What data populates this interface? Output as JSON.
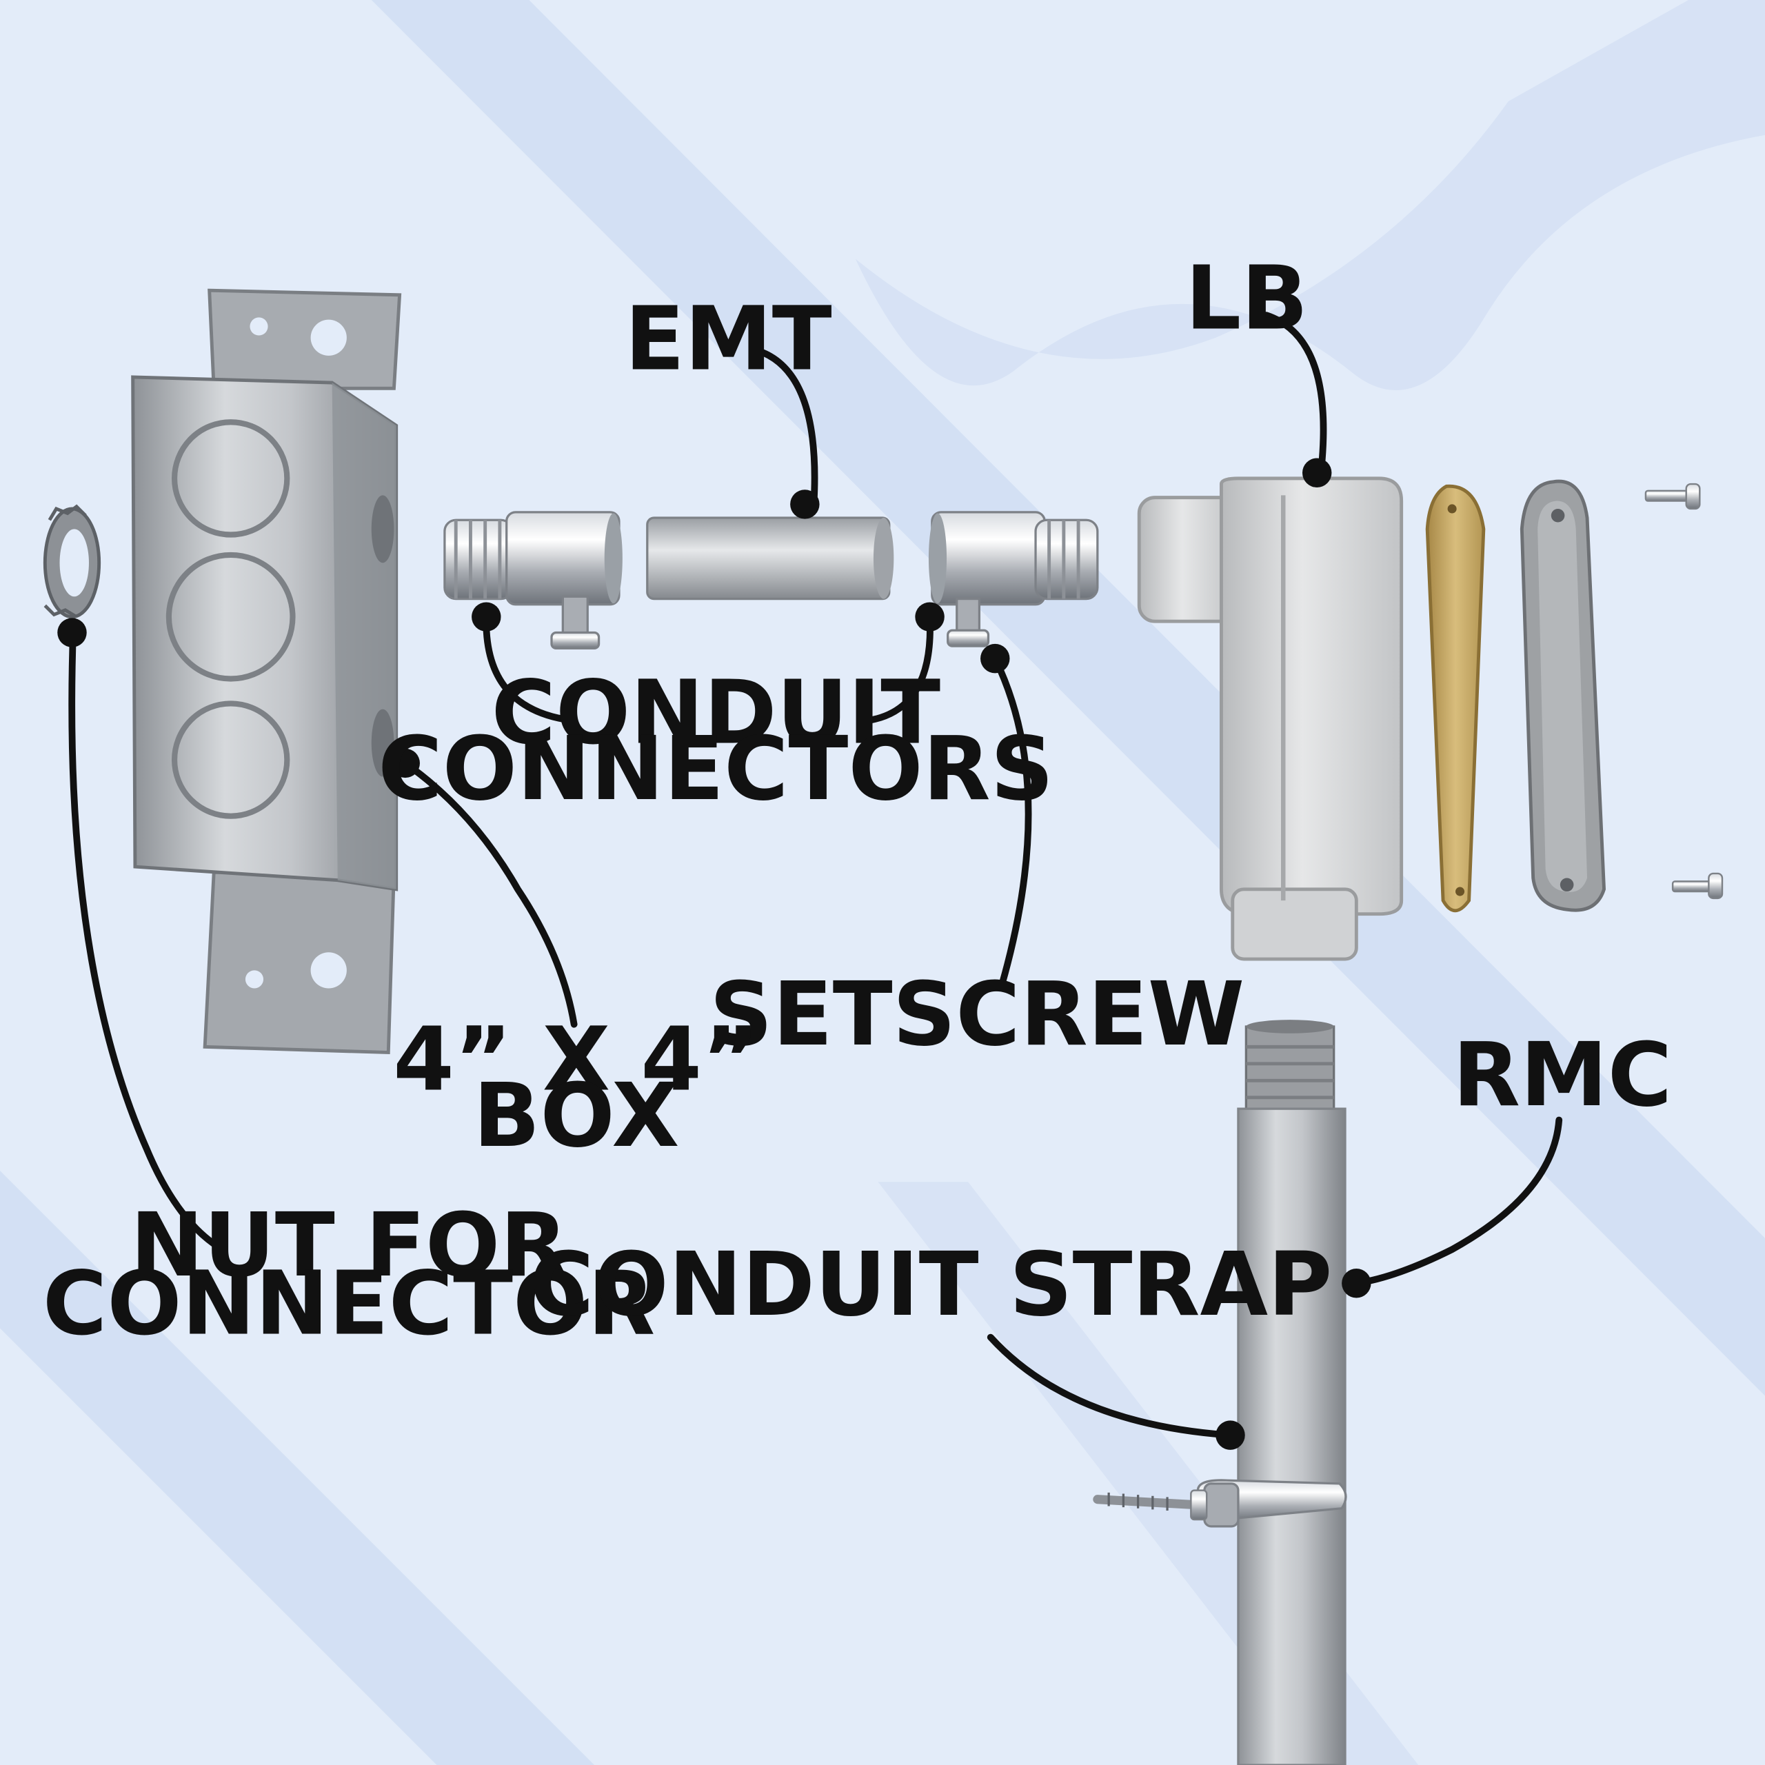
{
  "labels": {
    "emt": "EMT",
    "lb": "LB",
    "conduit_connectors_line1": "CONDUIT",
    "conduit_connectors_line2": "CONNECTORS",
    "setscrew": "SETSCREW",
    "box_line1": "4” X 4”",
    "box_line2": "BOX",
    "rmc": "RMC",
    "nut_line1": "NUT FOR",
    "nut_line2": "CONNECTOR",
    "conduit_strap": "CONDUIT STRAP"
  },
  "colors": {
    "background": "#e3ecf9",
    "background_band": "#d3e0f4",
    "callout": "#111111",
    "galvanized_metal": "#b9bcc0",
    "lb_body": "#d9dbdc",
    "gasket": "#c8a867"
  }
}
